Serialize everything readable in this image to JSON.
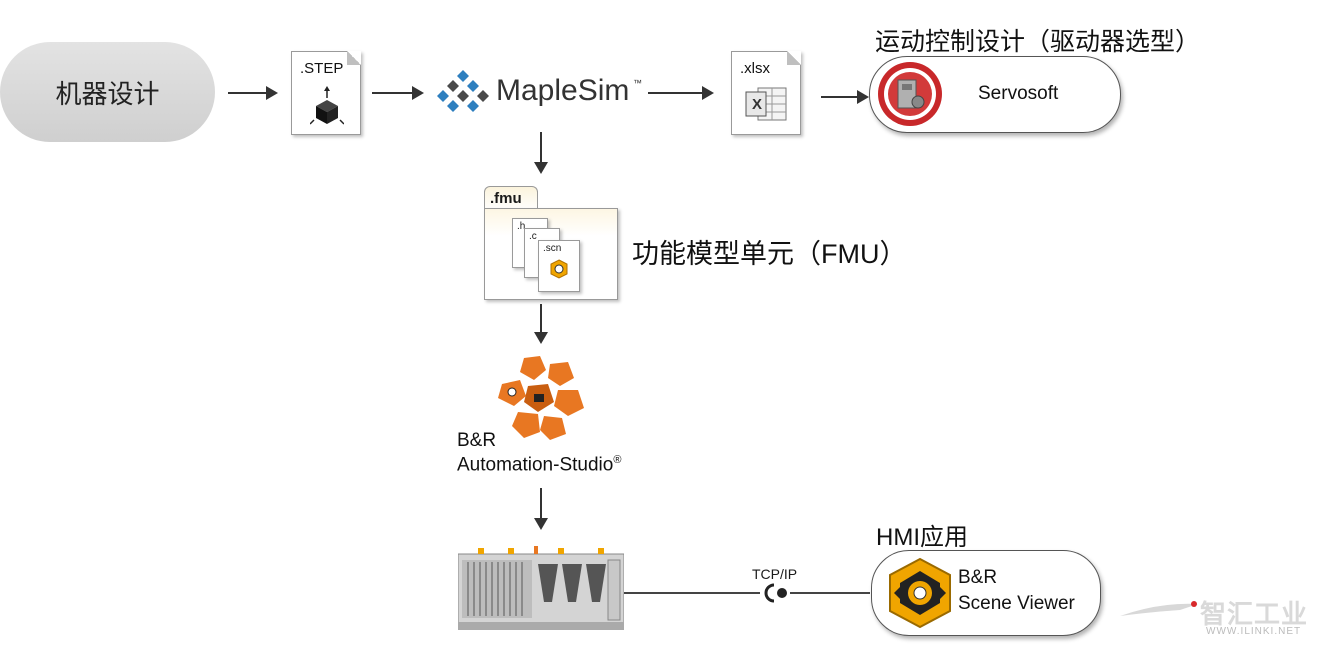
{
  "machine_design": "机器设计",
  "step_file": {
    "label": ".STEP"
  },
  "maplesim": {
    "name": "MapleSim",
    "tm": "™"
  },
  "xlsx_file": {
    "label": ".xlsx",
    "icon_letter": "X"
  },
  "motion_title": "运动控制设计（驱动器选型）",
  "servosoft": {
    "name": "Servosoft"
  },
  "fmu": {
    "folder_label": ".fmu",
    "file_h": ".h",
    "file_c": ".c",
    "file_scn": ".scn",
    "caption": "功能模型单元（FMU）"
  },
  "automation_studio": {
    "line1": "B&R",
    "line2": "Automation-Studio",
    "reg": "®"
  },
  "tcpip": "TCP/IP",
  "hmi": {
    "title": "HMI应用",
    "line1": "B&R",
    "line2": "Scene Viewer"
  },
  "watermark": {
    "brand": "智汇工业",
    "url": "WWW.ILINKI.NET"
  },
  "colors": {
    "orange": "#e87722",
    "red_seal": "#c8282a",
    "gold": "#f0a500"
  }
}
